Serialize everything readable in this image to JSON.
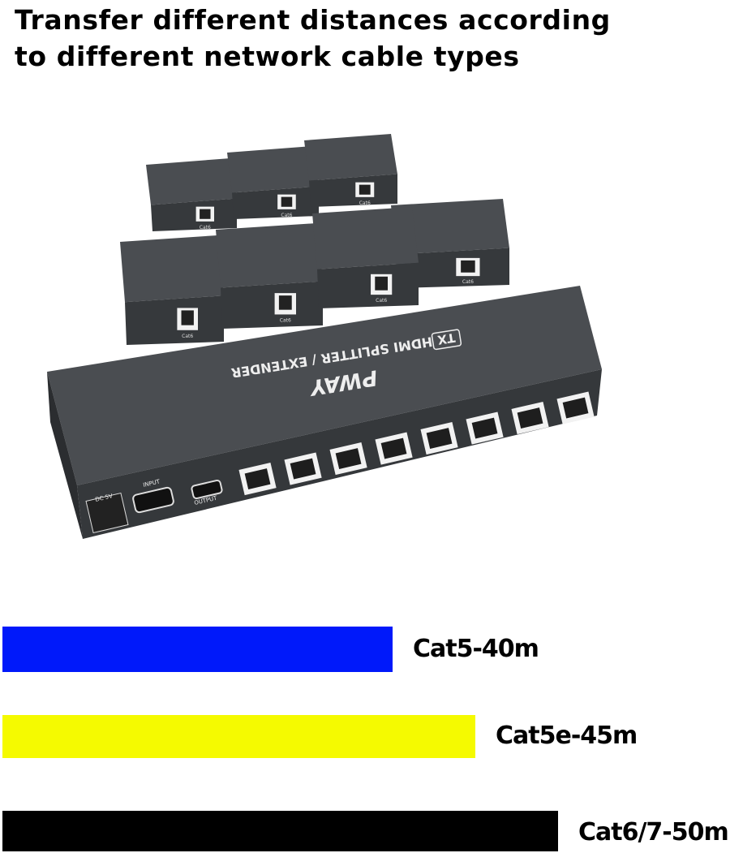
{
  "title": {
    "line1": "Transfer different distances according",
    "line2": "to different network cable types"
  },
  "product": {
    "brand_logo": "PWAY",
    "device_label": "HDMI SPLITTER / EXTENDER",
    "tx_badge": "TX",
    "ports": {
      "dc": "DC 5V",
      "input": "INPUT",
      "output": "OUTPUT",
      "cat_port": "Cat6"
    },
    "receiver_count": 7,
    "tx_rj45_count": 8
  },
  "distances": [
    {
      "label": "Cat5-40m",
      "cable": "Cat5",
      "meters": 40,
      "color": "#0019fa"
    },
    {
      "label": "Cat5e-45m",
      "cable": "Cat5e",
      "meters": 45,
      "color": "#f5fa00"
    },
    {
      "label": "Cat6/7-50m",
      "cable": "Cat6/7",
      "meters": 50,
      "color": "#000000"
    }
  ]
}
